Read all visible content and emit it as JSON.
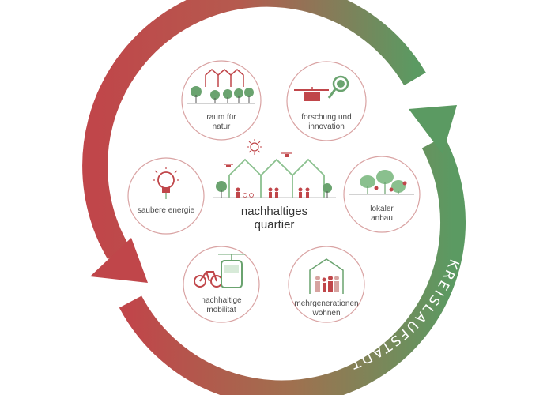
{
  "ring": {
    "top_label": "KREISLAUFSTADT",
    "bottom_label": "KREISLAUFSTADT",
    "colors": {
      "red": "#c0464a",
      "green": "#5b9a62"
    }
  },
  "center": {
    "title_line1": "nachhaltiges",
    "title_line2": "quartier"
  },
  "nodes": [
    {
      "id": "natur",
      "line1": "raum für",
      "line2": "natur",
      "icon": "houses-trees-icon"
    },
    {
      "id": "forschung",
      "line1": "forschung und",
      "line2": "innovation",
      "icon": "drone-magnifier-icon"
    },
    {
      "id": "energie",
      "line1": "saubere energie",
      "line2": "",
      "icon": "lightbulb-icon"
    },
    {
      "id": "anbau",
      "line1": "lokaler",
      "line2": "anbau",
      "icon": "plants-icon"
    },
    {
      "id": "mobilitaet",
      "line1": "nachhaltige",
      "line2": "mobilität",
      "icon": "bicycle-tram-icon"
    },
    {
      "id": "wohnen",
      "line1": "mehrgenerationen",
      "line2": "wohnen",
      "icon": "family-house-icon"
    }
  ],
  "colors": {
    "red": "#c0464a",
    "green": "#6aa36f",
    "circle_stroke": "#d9a3a3",
    "text": "#4a4a4a"
  }
}
